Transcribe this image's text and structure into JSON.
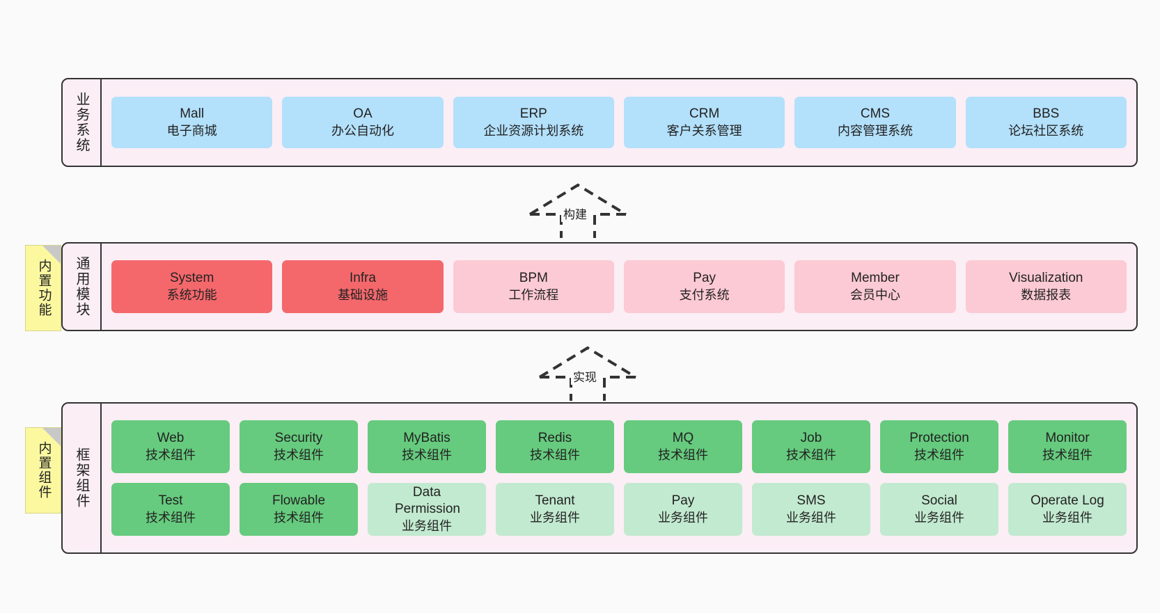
{
  "diagram": {
    "background": "#fafafa",
    "layers": [
      {
        "id": "business",
        "title": "业务系统",
        "card_color": "#b3e0fb",
        "cards": [
          {
            "en": "Mall",
            "cn": "电子商城"
          },
          {
            "en": "OA",
            "cn": "办公自动化"
          },
          {
            "en": "ERP",
            "cn": "企业资源计划系统"
          },
          {
            "en": "CRM",
            "cn": "客户关系管理"
          },
          {
            "en": "CMS",
            "cn": "内容管理系统"
          },
          {
            "en": "BBS",
            "cn": "论坛社区系统"
          }
        ]
      },
      {
        "id": "common",
        "title": "通用模块",
        "note": "内置功能",
        "card_color_strong": "#f4686c",
        "card_color_soft": "#fccad4",
        "cards": [
          {
            "en": "System",
            "cn": "系统功能",
            "variant": "strong"
          },
          {
            "en": "Infra",
            "cn": "基础设施",
            "variant": "strong"
          },
          {
            "en": "BPM",
            "cn": "工作流程",
            "variant": "soft"
          },
          {
            "en": "Pay",
            "cn": "支付系统",
            "variant": "soft"
          },
          {
            "en": "Member",
            "cn": "会员中心",
            "variant": "soft"
          },
          {
            "en": "Visualization",
            "cn": "数据报表",
            "variant": "soft"
          }
        ]
      },
      {
        "id": "framework",
        "title": "框架组件",
        "note": "内置组件",
        "card_color_strong": "#66cb7e",
        "card_color_soft": "#c2ead0",
        "rows": [
          [
            {
              "en": "Web",
              "cn": "技术组件",
              "variant": "strong"
            },
            {
              "en": "Security",
              "cn": "技术组件",
              "variant": "strong"
            },
            {
              "en": "MyBatis",
              "cn": "技术组件",
              "variant": "strong"
            },
            {
              "en": "Redis",
              "cn": "技术组件",
              "variant": "strong"
            },
            {
              "en": "MQ",
              "cn": "技术组件",
              "variant": "strong"
            },
            {
              "en": "Job",
              "cn": "技术组件",
              "variant": "strong"
            },
            {
              "en": "Protection",
              "cn": "技术组件",
              "variant": "strong"
            },
            {
              "en": "Monitor",
              "cn": "技术组件",
              "variant": "strong"
            }
          ],
          [
            {
              "en": "Test",
              "cn": "技术组件",
              "variant": "strong"
            },
            {
              "en": "Flowable",
              "cn": "技术组件",
              "variant": "strong"
            },
            {
              "en": "Data Permission",
              "cn": "业务组件",
              "variant": "soft"
            },
            {
              "en": "Tenant",
              "cn": "业务组件",
              "variant": "soft"
            },
            {
              "en": "Pay",
              "cn": "业务组件",
              "variant": "soft"
            },
            {
              "en": "SMS",
              "cn": "业务组件",
              "variant": "soft"
            },
            {
              "en": "Social",
              "cn": "业务组件",
              "variant": "soft"
            },
            {
              "en": "Operate Log",
              "cn": "业务组件",
              "variant": "soft"
            }
          ]
        ]
      }
    ],
    "connectors": [
      {
        "id": "build",
        "label": "构建"
      },
      {
        "id": "realize",
        "label": "实现"
      }
    ]
  }
}
